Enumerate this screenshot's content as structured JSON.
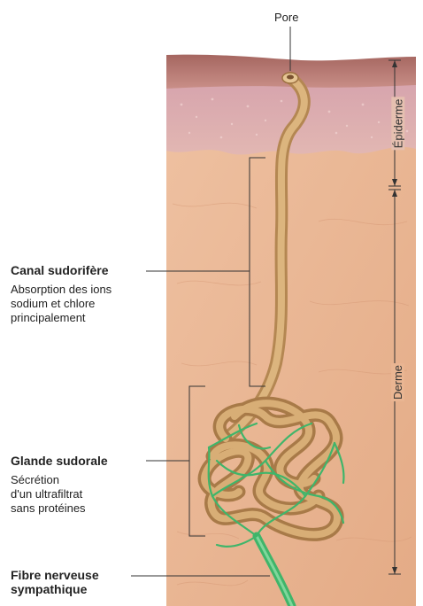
{
  "labels": {
    "pore": "Pore",
    "epiderme": "Épiderme",
    "derme": "Derme",
    "canal_title": "Canal sudorifère",
    "canal_desc": [
      "Absorption des ions",
      "sodium et chlore",
      "principalement"
    ],
    "glande_title": "Glande sudorale",
    "glande_desc": [
      "Sécrétion",
      "d'un ultrafiltrat",
      "sans protéines"
    ],
    "fibre_title": [
      "Fibre nerveuse",
      "sympathique"
    ]
  },
  "colors": {
    "epidermis_top": "#b57970",
    "epidermis_mid": "#d4a5a8",
    "dermis": "#e9b592",
    "duct": "#c79a5f",
    "duct_light": "#e6c594",
    "nerve": "#3fb56a",
    "line": "#333333"
  }
}
